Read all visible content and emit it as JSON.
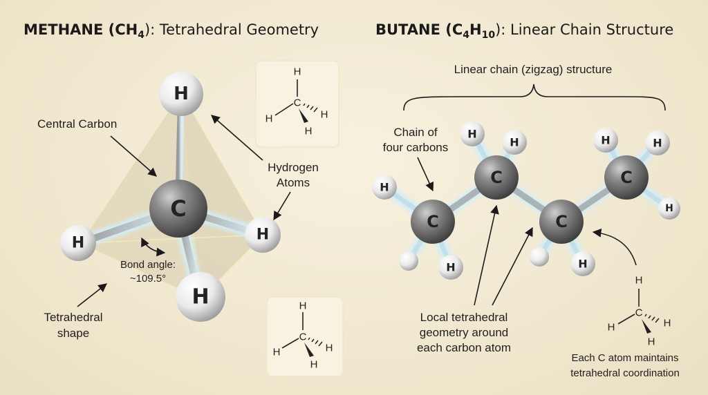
{
  "titles": {
    "methane_prefix": "METHANE (CH",
    "methane_sub": "4",
    "methane_suffix": "): Tetrahedral Geometry",
    "butane_prefix": "BUTANE (C",
    "butane_sub1": "4",
    "butane_mid": "H",
    "butane_sub2": "10",
    "butane_suffix": "): Linear Chain Structure"
  },
  "methane": {
    "atom_c": "C",
    "atom_h": "H",
    "labels": {
      "central_carbon": "Central Carbon",
      "hydrogen_1": "Hydrogen",
      "hydrogen_2": "Atoms",
      "bond_angle_1": "Bond angle:",
      "bond_angle_2": "~109.5°",
      "tetra_1": "Tetrahedral",
      "tetra_2": "shape"
    }
  },
  "butane": {
    "atom_c": "C",
    "atom_h": "H",
    "labels": {
      "linear_chain": "Linear chain (zigzag) structure",
      "chain_1": "Chain of",
      "chain_2": "four carbons",
      "local_1": "Local tetrahedral",
      "local_2": "geometry around",
      "local_3": "each carbon atom",
      "each_1": "Each C atom maintains",
      "each_2": "tetrahedral coordination"
    }
  },
  "skeletal": {
    "c": "C",
    "h": "H"
  },
  "colors": {
    "carbon": "#6f6f6f",
    "hydrogen": "#f2f2f2",
    "bond_glow": "#bfe3f0",
    "background": "#f3ecd6",
    "inset": "#f7f1df"
  }
}
